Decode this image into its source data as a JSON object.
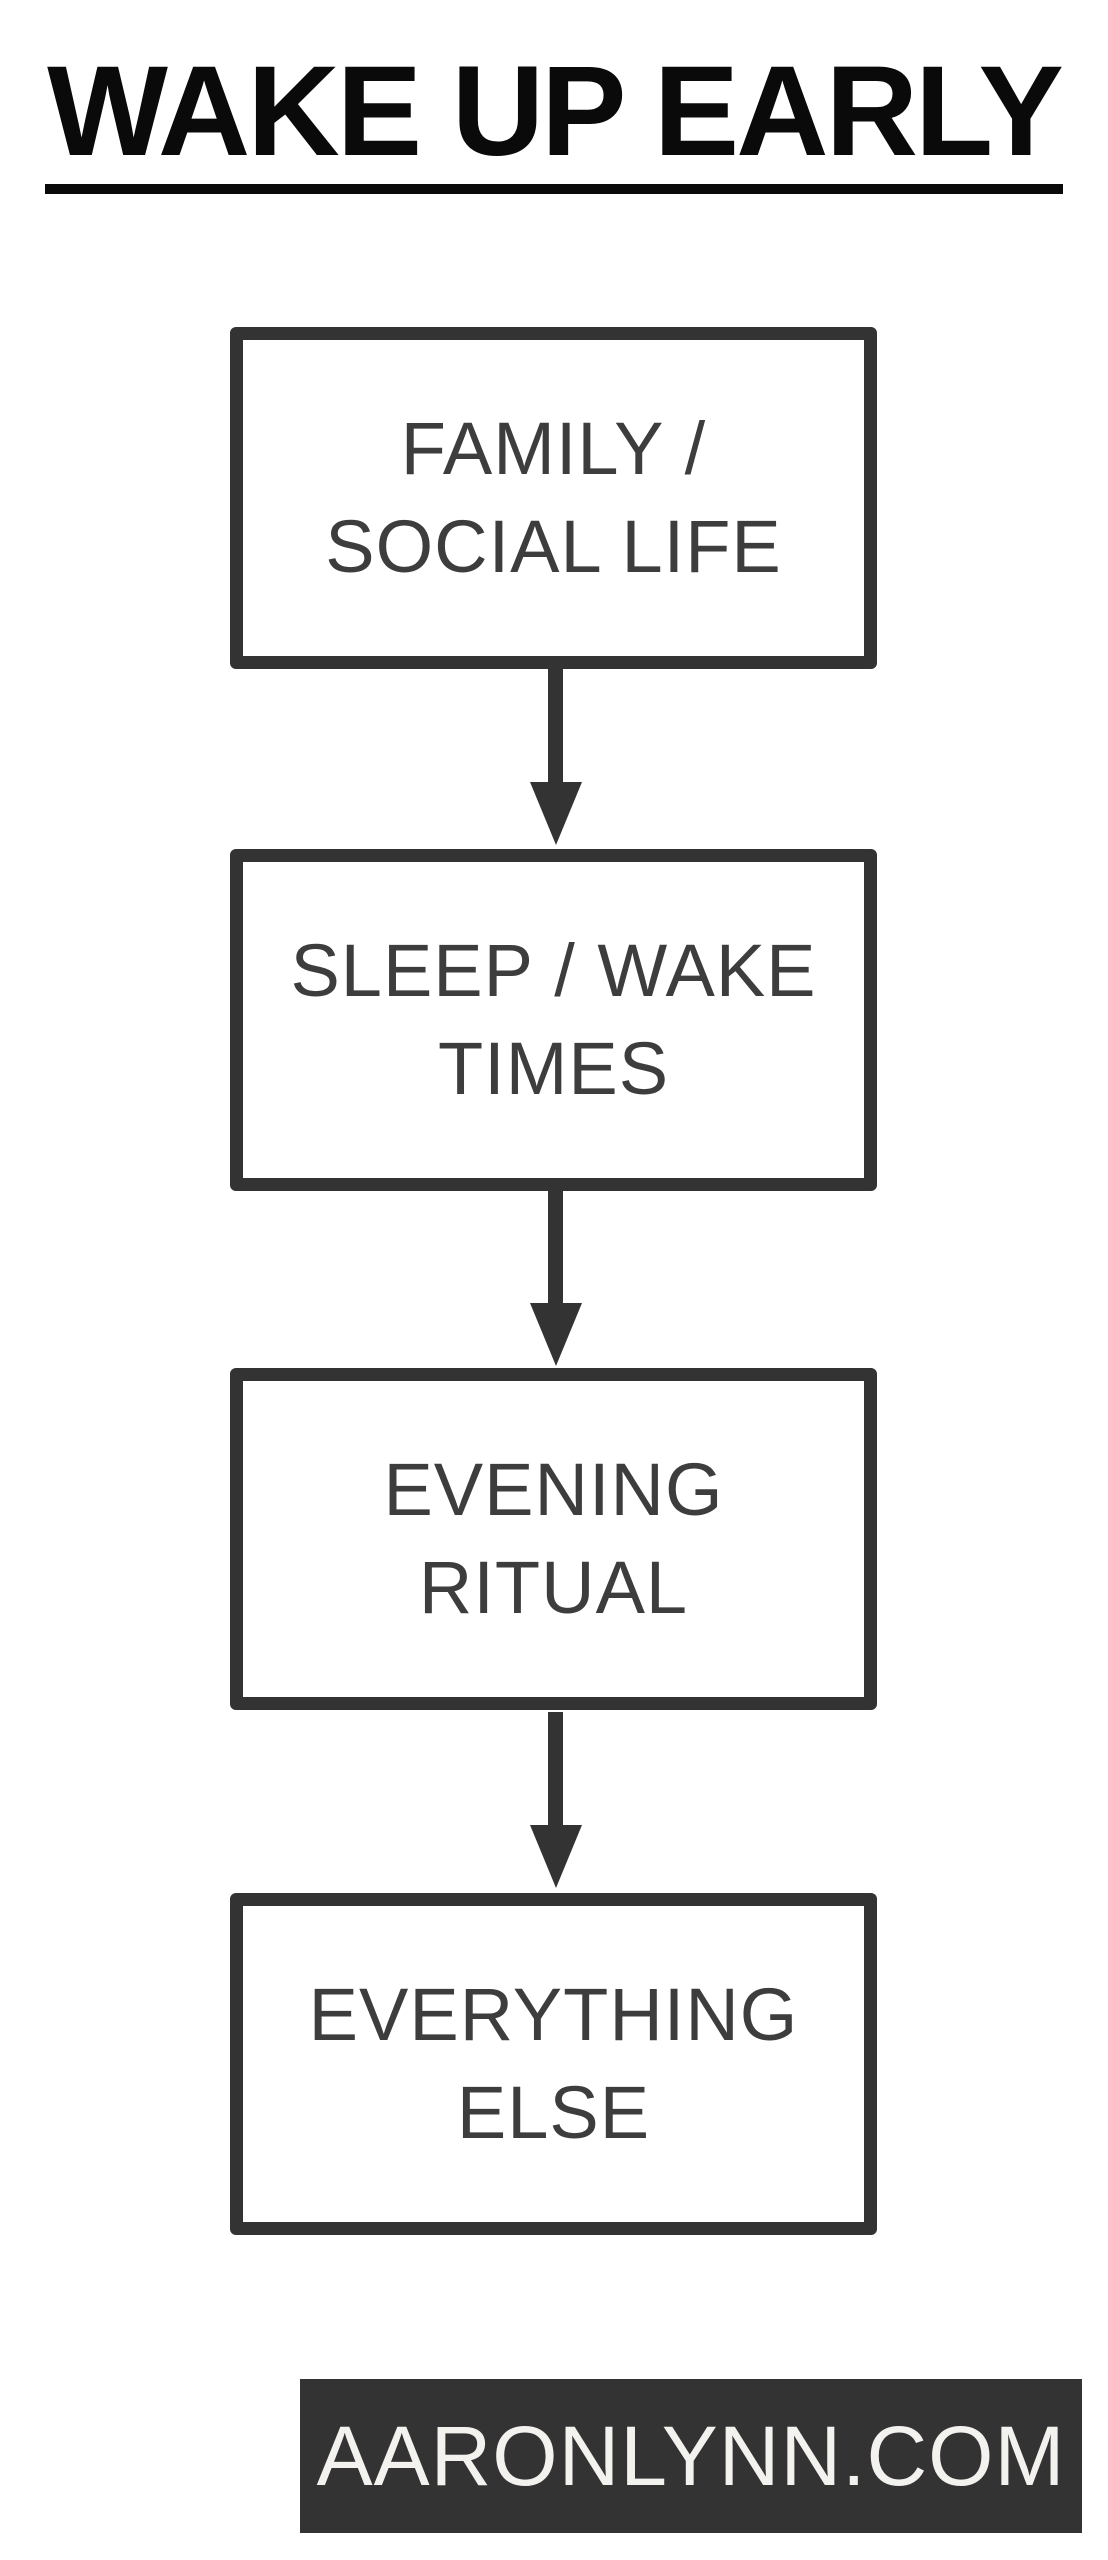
{
  "title": {
    "text": "WAKE UP EARLY"
  },
  "flowchart": {
    "type": "vertical-flow",
    "nodes": [
      {
        "id": "family-social-life",
        "line1": "FAMILY /",
        "line2": "SOCIAL LIFE"
      },
      {
        "id": "sleep-wake-times",
        "line1": "SLEEP / WAKE",
        "line2": "TIMES"
      },
      {
        "id": "evening-ritual",
        "line1": "EVENING",
        "line2": "RITUAL"
      },
      {
        "id": "everything-else",
        "line1": "EVERYTHING",
        "line2": "ELSE"
      }
    ],
    "connectors": [
      {
        "from": "family-social-life",
        "to": "sleep-wake-times",
        "shape": "down-arrow"
      },
      {
        "from": "sleep-wake-times",
        "to": "evening-ritual",
        "shape": "down-arrow"
      },
      {
        "from": "evening-ritual",
        "to": "everything-else",
        "shape": "down-arrow"
      }
    ]
  },
  "footer": {
    "text": "AARONLYNN.COM"
  },
  "colors": {
    "background": "#ffffff",
    "ink": "#333333",
    "title_text": "#0a0a0a",
    "node_text": "#3d3d3d",
    "footer_bg": "#333333",
    "footer_text": "#f4f2ef"
  }
}
